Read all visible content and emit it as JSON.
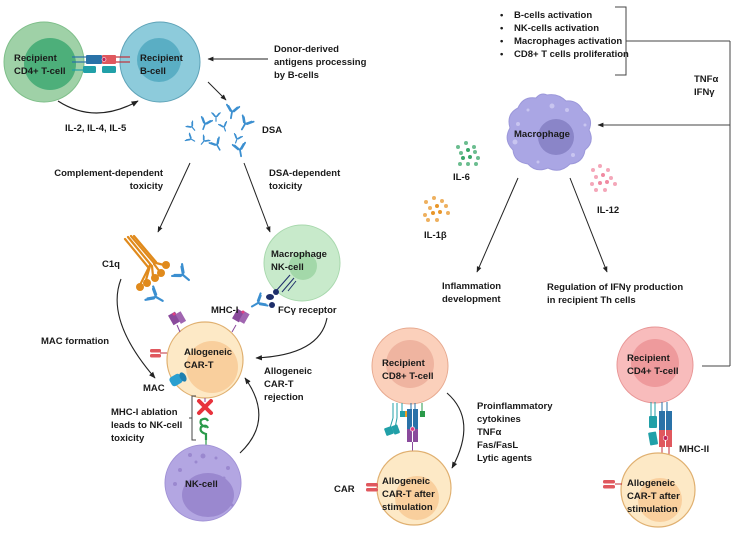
{
  "figure": {
    "cells": {
      "recipient_cd4_tcell_top": {
        "line1": "Recipient",
        "line2": "CD4+ T-cell",
        "color_outer": "#9fd1a7",
        "color_inner": "#4daf7a"
      },
      "recipient_bcell": {
        "line1": "Recipient",
        "line2": "B-cell",
        "color_outer": "#8dcbdb",
        "color_inner": "#5aaec4"
      },
      "macrophage_nk_cell": {
        "line1": "Macrophage",
        "line2": "NK-cell",
        "color_outer": "#c8eacb",
        "color_inner": "#a3d8a9"
      },
      "allogeneic_cart": {
        "line1": "Allogeneic",
        "line2": "CAR-T",
        "color_outer": "#fde9c6",
        "color_inner": "#f9cf9d"
      },
      "nk_cell": {
        "line1": "NK-cell",
        "color_outer": "#b3a6e2",
        "color_inner": "#9a88cf"
      },
      "macrophage": {
        "line1": "Macrophage",
        "color_outer": "#aaa6e4",
        "color_inner": "#8a85c8"
      },
      "recipient_cd8_tcell": {
        "line1": "Recipient",
        "line2": "CD8+ T-cell",
        "color_outer": "#fbd0bb",
        "color_inner": "#efb4a0"
      },
      "allogeneic_cart_cd8": {
        "line1": "Allogeneic",
        "line2": "CAR-T after",
        "line3": "stimulation",
        "color_outer": "#fde9c6",
        "color_inner": "#f9cf9d"
      },
      "recipient_cd4_tcell_right": {
        "line1": "Recipient",
        "line2": "CD4+ T-cell",
        "color_outer": "#f8bcbc",
        "color_inner": "#ee9a9c"
      },
      "allogeneic_cart_cd4": {
        "line1": "Allogeneic",
        "line2": "CAR-T after",
        "line3": "stimulation",
        "color_outer": "#fde9c6",
        "color_inner": "#f9cf9d"
      }
    },
    "labels": {
      "donor_antigens": [
        "Donor-derived",
        "antigens processing",
        "by B-cells"
      ],
      "il_cytokines": "IL-2, IL-4, IL-5",
      "dsa": "DSA",
      "complement_toxicity": [
        "Complement-dependent",
        "toxicity"
      ],
      "dsa_toxicity": [
        "DSA-dependent",
        "toxicity"
      ],
      "c1q": "C1q",
      "mhc_i": "MHC-I",
      "fcy_receptor": "FCγ receptor",
      "mac_formation": "MAC formation",
      "mac": "MAC",
      "allogeneic_rejection": [
        "Allogeneic",
        "CAR-T",
        "rejection"
      ],
      "mhc_ablation": [
        "MHC-I ablation",
        "leads to NK-cell",
        "toxicity"
      ],
      "car": "CAR",
      "tnfa_ifny": [
        "TNFα",
        "IFNγ"
      ],
      "il6": "IL-6",
      "il1b": "IL-1β",
      "il12": "IL-12",
      "inflammation": [
        "Inflammation",
        "development"
      ],
      "ifny_regulation": [
        "Regulation of IFNγ production",
        "in recipient Th cells"
      ],
      "cd8_effects": [
        "Proinflammatory",
        "cytokines",
        "TNFα",
        "Fas/FasL",
        "Lytic agents"
      ],
      "mhc_ii": "MHC-II"
    },
    "effects_list": [
      "B-cells activation",
      "NK-cells activation",
      "Macrophages activation",
      "CD8+ T cells proliferation"
    ],
    "colors": {
      "antibody": "#3b8fd0",
      "c1q": "#e08a1c",
      "mhc_i": "#8a4a9c",
      "car": "#e0585e",
      "mac": "#2a9fd0",
      "nk_receptor": "#2a9a4a",
      "ablation_x": "#e8323c",
      "tcr_blue": "#2a72a8",
      "teal": "#21a0a8",
      "il6_dots": "#3aa76a",
      "il1b_dots": "#e8962a",
      "il12_dots": "#f08aa2",
      "arrow": "#222222"
    }
  }
}
